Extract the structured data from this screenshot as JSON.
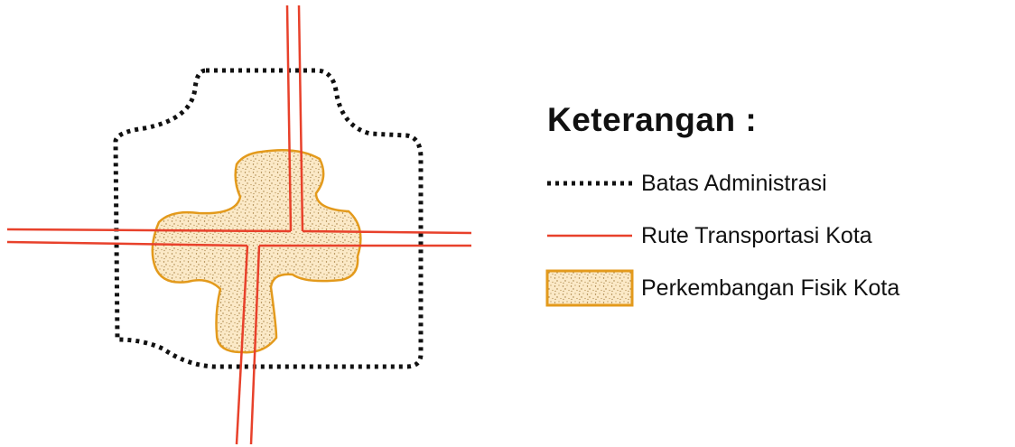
{
  "legend": {
    "title": "Keterangan :",
    "items": [
      {
        "key": "admin-boundary",
        "label": "Batas Administrasi",
        "symbol": "dotted-line",
        "color": "#111111"
      },
      {
        "key": "transport-route",
        "label": "Rute Transportasi Kota",
        "symbol": "solid-line",
        "color": "#e8412b"
      },
      {
        "key": "physical-development",
        "label": "Perkembangan Fisik Kota",
        "symbol": "stippled-fill",
        "color": "#e39a1c",
        "fill": "#fbe9c7"
      }
    ]
  },
  "colors": {
    "boundary": "#111111",
    "route": "#e8412b",
    "development_outline": "#e39a1c",
    "development_fill": "#fbe9c7",
    "stipple": "#a07a3c"
  }
}
